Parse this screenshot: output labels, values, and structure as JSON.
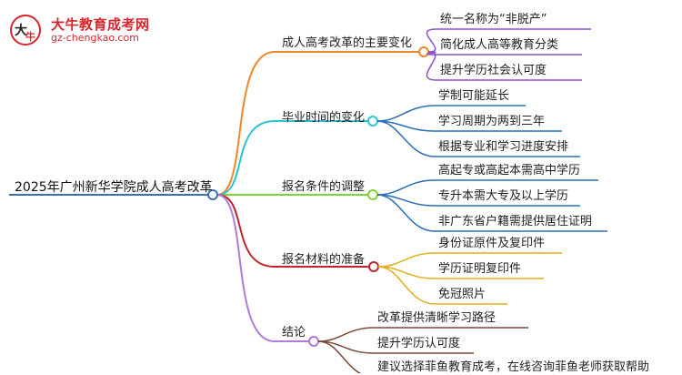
{
  "logo": {
    "title": "大牛教育成考网",
    "url": "gz-chengkao.com"
  },
  "root": {
    "label": "2025年广州新华学院成人高考改革",
    "color": "#3a6fb0"
  },
  "branches": [
    {
      "label": "成人高考改革的主要变化",
      "color": "#f0862a",
      "leaf_color": "#8b52c6",
      "leaves": [
        "统一名称为“非脱产”",
        "简化成人高等教育分类",
        "提升学历社会认可度"
      ]
    },
    {
      "label": "毕业时间的变化",
      "color": "#2cc3d6",
      "leaf_color": "#2a6fb8",
      "leaves": [
        "学制可能延长",
        "学习周期为两到三年",
        "根据专业和学习进度安排"
      ]
    },
    {
      "label": "报名条件的调整",
      "color": "#7fd23a",
      "leaf_color": "#2a6fb8",
      "leaves": [
        "高起专或高起本需高中学历",
        "专升本需大专及以上学历",
        "非广东省户籍需提供居住证明"
      ]
    },
    {
      "label": "报名材料的准备",
      "color": "#c0242c",
      "leaf_color": "#e0b020",
      "leaves": [
        "身份证原件及复印件",
        "学历证明复印件",
        "免冠照片"
      ]
    },
    {
      "label": "结论",
      "color": "#b07ad8",
      "leaf_color": "#7a4a3a",
      "leaves": [
        "改革提供清晰学习路径",
        "提升学历认可度",
        "建议选择菲鱼教育成考，在线咨询菲鱼老师获取帮助"
      ]
    }
  ]
}
